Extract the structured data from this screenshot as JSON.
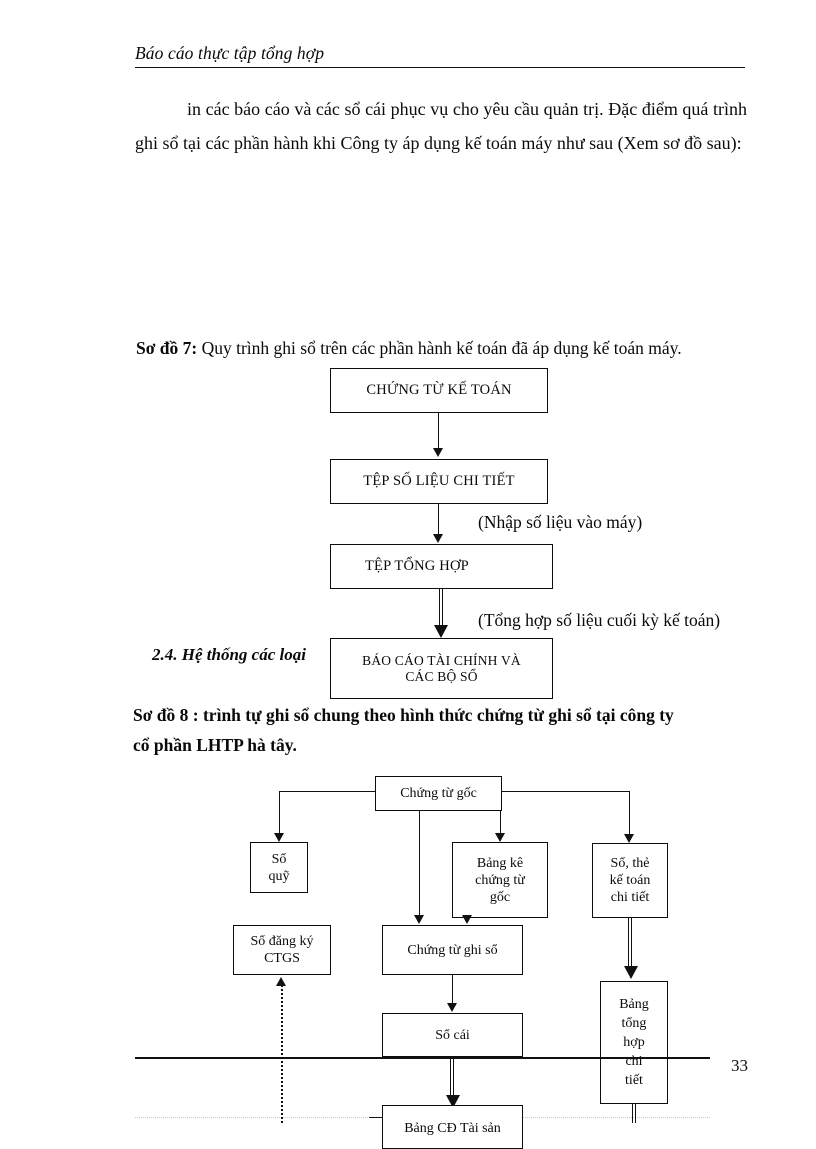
{
  "header": {
    "running_title": "Báo cáo thực tập tổng hợp"
  },
  "body": {
    "paragraph": "in các báo cáo và các sổ cái phục vụ cho yêu cầu quản trị. Đặc điểm quá trình ghi sổ tại các phần hành khi Công ty áp dụng kế toán máy như sau (Xem sơ đồ sau):"
  },
  "section_heading": "2.4. Hệ thống các loại",
  "diagram7": {
    "caption_label": "Sơ đồ 7:",
    "caption_text": " Quy trình ghi sổ trên các phần hành kế toán đã áp dụng kế toán máy.",
    "boxes": [
      {
        "id": "chung-tu-ke-toan",
        "label": "CHỨNG TỪ KẾ TOÁN"
      },
      {
        "id": "tep-so-lieu-chi-tiet",
        "label": "TỆP SỐ LIỆU CHI TIẾT"
      },
      {
        "id": "tep-tong-hop",
        "label": "TỆP TỔNG HỢP"
      },
      {
        "id": "bao-cao-tai-chinh",
        "line1": "BÁO CÁO TÀI CHÍNH VÀ",
        "line2": "CÁC BỘ SỔ"
      }
    ],
    "annotations": [
      {
        "id": "nhap-so-lieu",
        "text": "(Nhập số liệu vào máy)"
      },
      {
        "id": "tong-hop-cuoi-ky",
        "text": "(Tổng hợp số liệu cuối kỳ kế toán)"
      }
    ]
  },
  "diagram8": {
    "caption_line1": "Sơ đồ 8 : trình tự ghi sổ chung theo hình thức chứng từ ghi sổ tại công ty",
    "caption_line2": "cổ phần LHTP hà tây.",
    "boxes": [
      {
        "id": "chung-tu-goc",
        "label": "Chứng từ gốc"
      },
      {
        "id": "so-quy",
        "line1": "Sổ",
        "line2": "quỹ"
      },
      {
        "id": "bang-ke-chung-tu-goc",
        "line1": "Bảng kê",
        "line2": "chứng từ",
        "line3": "gốc"
      },
      {
        "id": "so-the-ke-toan-chi-tiet",
        "line1": "Sổ, thẻ",
        "line2": "kế toán",
        "line3": "chi tiết"
      },
      {
        "id": "so-dang-ky-ctgs",
        "line1": "Sổ đăng ký",
        "line2": "CTGS"
      },
      {
        "id": "chung-tu-ghi-so",
        "label": "Chứng từ ghi sổ"
      },
      {
        "id": "so-cai",
        "label": "Sổ cái"
      },
      {
        "id": "bang-tong-hop-chi-tiet",
        "line1": "Bảng",
        "line2": "tổng",
        "line3": "hợp",
        "line4": "chi",
        "line5": "tiết"
      },
      {
        "id": "bang-cd-tai-san",
        "label": "Bảng CĐ Tài sản"
      }
    ]
  },
  "footer": {
    "page_number": "33"
  }
}
